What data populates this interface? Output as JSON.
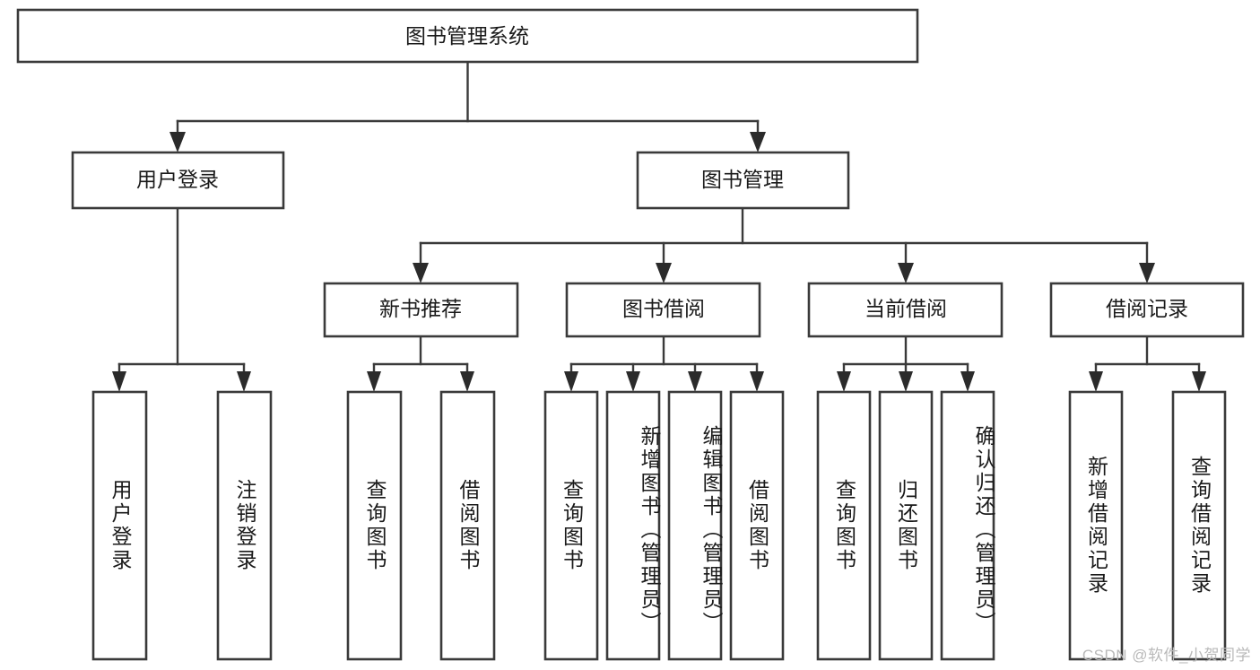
{
  "diagram": {
    "type": "tree-hierarchy",
    "title_node": {
      "label": "图书管理系统"
    },
    "level2": [
      {
        "id": "user-login",
        "label": "用户登录"
      },
      {
        "id": "book-manage",
        "label": "图书管理"
      }
    ],
    "level3": [
      {
        "id": "new-book-rec",
        "label": "新书推荐"
      },
      {
        "id": "book-borrow",
        "label": "图书借阅"
      },
      {
        "id": "current-borrow",
        "label": "当前借阅"
      },
      {
        "id": "borrow-record",
        "label": "借阅记录"
      }
    ],
    "leaves": {
      "user_login": [
        {
          "id": "leaf-user-login",
          "label": "用户登录"
        },
        {
          "id": "leaf-logout",
          "label": "注销登录"
        }
      ],
      "new_book_rec": [
        {
          "id": "leaf-query-book-1",
          "label": "查询图书"
        },
        {
          "id": "leaf-borrow-book-1",
          "label": "借阅图书"
        }
      ],
      "book_borrow": [
        {
          "id": "leaf-query-book-2",
          "label": "查询图书"
        },
        {
          "id": "leaf-add-book",
          "label": "新增图书（管理员）"
        },
        {
          "id": "leaf-edit-book",
          "label": "编辑图书（管理员）"
        },
        {
          "id": "leaf-borrow-book-2",
          "label": "借阅图书"
        }
      ],
      "current_borrow": [
        {
          "id": "leaf-query-book-3",
          "label": "查询图书"
        },
        {
          "id": "leaf-return-book",
          "label": "归还图书"
        },
        {
          "id": "leaf-confirm-return",
          "label": "确认归还（管理员）"
        }
      ],
      "borrow_record": [
        {
          "id": "leaf-add-record",
          "label": "新增借阅记录"
        },
        {
          "id": "leaf-query-record",
          "label": "查询借阅记录"
        }
      ]
    }
  },
  "watermark": {
    "text": "CSDN @软件_小贺同学"
  },
  "colors": {
    "box_stroke": "#3a3a3a",
    "connector": "#3a3a3a",
    "text": "#1a1a1a",
    "background": "#ffffff",
    "watermark": "#b9b9b9"
  }
}
